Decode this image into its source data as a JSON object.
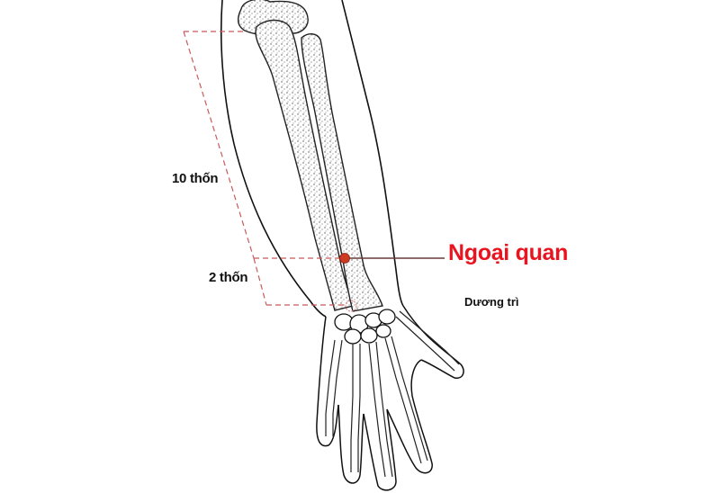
{
  "diagram": {
    "type": "anatomical-illustration",
    "subject": "forearm and hand skeleton (dorsal view)",
    "colors": {
      "accent": "#e8141f",
      "point_fill": "#cc3a22",
      "guide_line": "#c85a5a",
      "pointer_line": "#6b3a3a",
      "outline": "#111111"
    }
  },
  "labels": {
    "measure_10": "10 thốn",
    "measure_2": "2 thốn",
    "acupoint_main": "Ngoại quan",
    "acupoint_ref": "Dương trì"
  }
}
